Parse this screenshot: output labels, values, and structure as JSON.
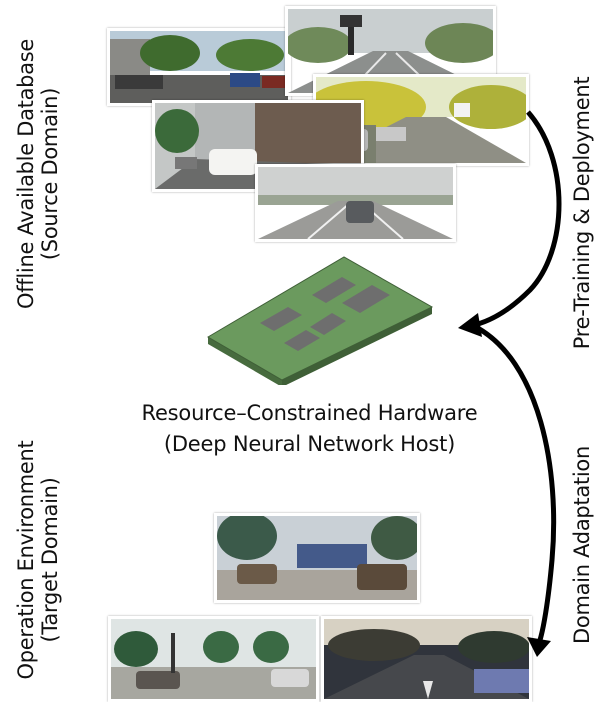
{
  "left_labels": {
    "source": [
      "Offline Available Database",
      "(Source Domain)"
    ],
    "target": [
      "Operation Environment",
      "(Target Domain)"
    ]
  },
  "right_labels": {
    "pretraining": "Pre-Training & Deployment",
    "adaptation": "Domain Adaptation"
  },
  "hardware": {
    "title": "Resource–Constrained Hardware",
    "subtitle": "(Deep Neural Network Host)"
  },
  "colors": {
    "board_top": "#6b9a5e",
    "board_side": "#4e7544",
    "chip": "#6e6e6e",
    "arrow": "#000000"
  }
}
